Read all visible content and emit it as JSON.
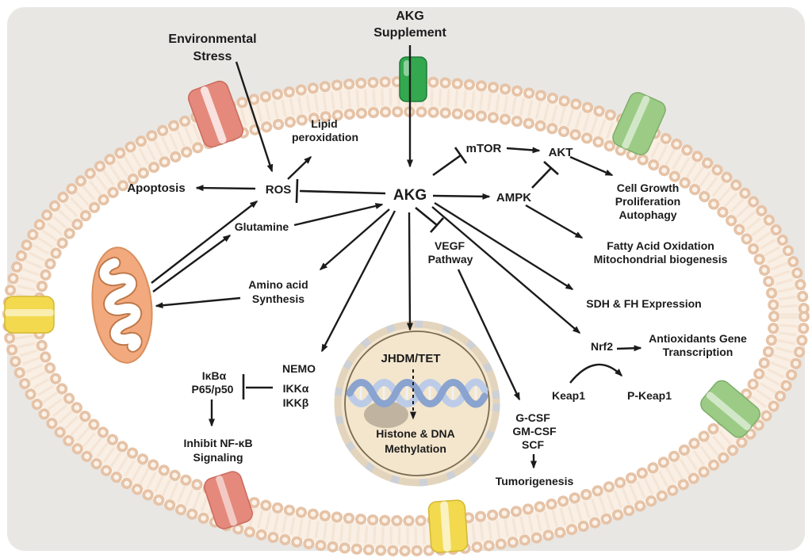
{
  "figure": {
    "description": "Cell signaling diagram of AKG (alpha-ketoglutarate) pathways inside a cell"
  },
  "colors": {
    "background_gray": "#e9e7e4",
    "frame_white": "#ffffff",
    "cell_fill": "#ffffff",
    "membrane_band": "#f9efe4",
    "membrane_texture": "#f1ddcb",
    "membrane_bead": "#e6c3a7",
    "membrane_bead_hole": "#fbf3ea",
    "channel_red": "#e4897b",
    "channel_green_dark": "#33a84f",
    "channel_green_light": "#9ccb85",
    "channel_yellow": "#f2d94e",
    "mitochondrion_fill": "#f2a97d",
    "mitochondrion_edge": "#d98f5d",
    "nucleus_fill": "#f3e6cd",
    "nucleus_ring": "#e3d5bd",
    "nucleus_ring_segment": "#c7d0dc",
    "nucleus_inner_line": "#7a6b52",
    "dna_strand_dark": "#8aa3cf",
    "dna_strand_light": "#bccce8",
    "dna_blob": "#b3a795",
    "arrow": "#1b1b1b",
    "text": "#1b1b1b"
  },
  "nodes": {
    "env_stress": {
      "lines": [
        "Environmental",
        "Stress"
      ]
    },
    "akg_supplement": {
      "lines": [
        "AKG",
        "Supplement"
      ]
    },
    "lipid": {
      "lines": [
        "Lipid",
        "peroxidation"
      ]
    },
    "apoptosis": {
      "label": "Apoptosis"
    },
    "ros": {
      "label": "ROS"
    },
    "akg": {
      "label": "AKG"
    },
    "mtor": {
      "label": "mTOR"
    },
    "akt": {
      "label": "AKT"
    },
    "ampk": {
      "label": "AMPK"
    },
    "cell_growth": {
      "lines": [
        "Cell Growth",
        "Proliferation",
        "Autophagy"
      ]
    },
    "fatty": {
      "lines": [
        "Fatty Acid Oxidation",
        "Mitochondrial biogenesis"
      ]
    },
    "glutamine": {
      "label": "Glutamine"
    },
    "vegf": {
      "lines": [
        "VEGF",
        "Pathway"
      ]
    },
    "amino": {
      "lines": [
        "Amino acid",
        "Synthesis"
      ]
    },
    "sdh": {
      "label": "SDH & FH Expression"
    },
    "nrf2": {
      "label": "Nrf2"
    },
    "antiox": {
      "lines": [
        "Antioxidants Gene",
        "Transcription"
      ]
    },
    "keap1": {
      "label": "Keap1"
    },
    "pkeap1": {
      "label": "P-Keap1"
    },
    "nemo": {
      "lines": [
        "NEMO",
        "IKKα",
        "IKKβ"
      ]
    },
    "ikb": {
      "lines": [
        "IκBα",
        "P65/p50"
      ]
    },
    "inhibit_nfkb": {
      "lines": [
        "Inhibit NF-κB",
        "Signaling"
      ]
    },
    "jhdm": {
      "label": "JHDM/TET"
    },
    "histone": {
      "lines": [
        "Histone & DNA",
        "Methylation"
      ]
    },
    "gcsf": {
      "lines": [
        "G-CSF",
        "GM-CSF",
        "SCF"
      ]
    },
    "tumorigenesis": {
      "label": "Tumorigenesis"
    }
  }
}
